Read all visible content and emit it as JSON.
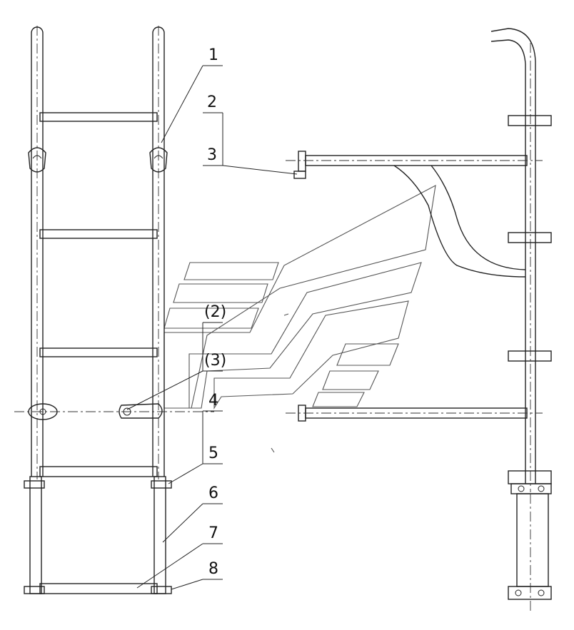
{
  "callouts": {
    "c1": "1",
    "c2": "2",
    "c3": "3",
    "c2p": "(2)",
    "c3p": "(3)",
    "c4": "4",
    "c5": "5",
    "c6": "6",
    "c7": "7",
    "c8": "8"
  }
}
